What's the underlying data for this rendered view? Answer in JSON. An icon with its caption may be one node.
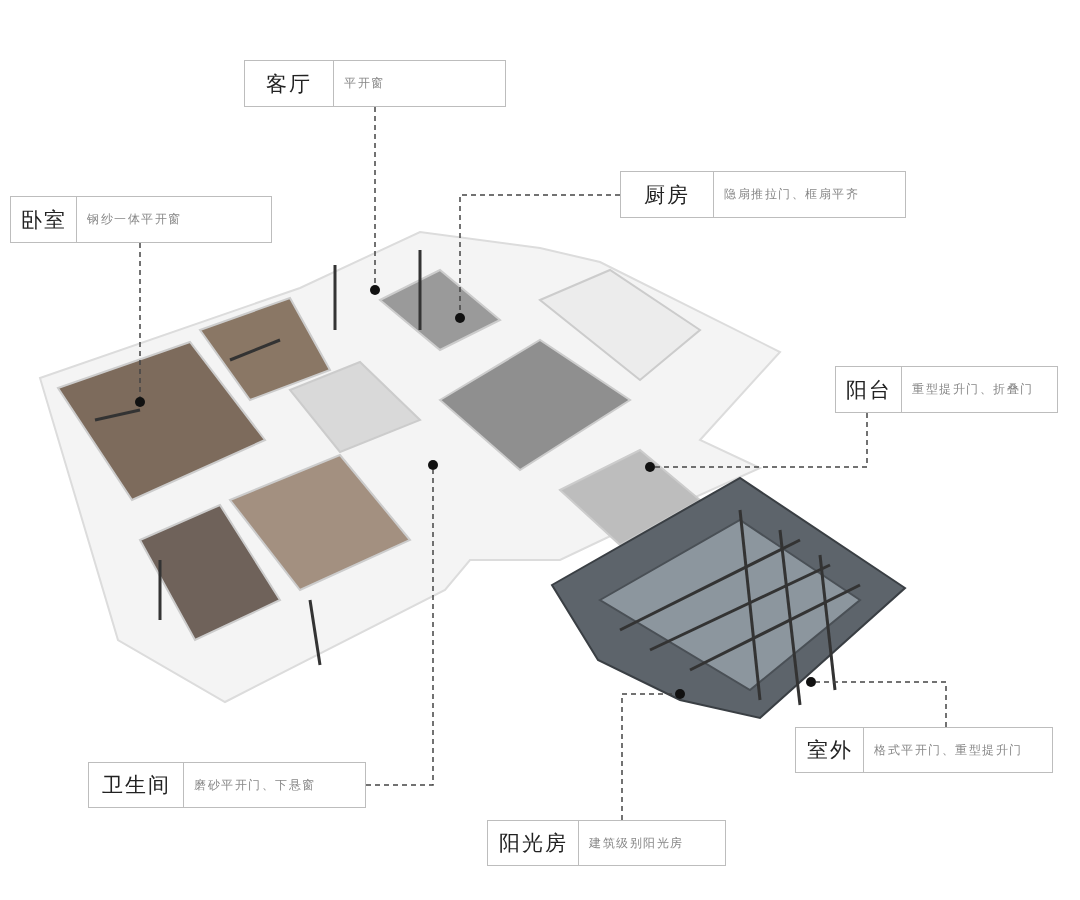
{
  "diagram": {
    "nodes": [
      {
        "text": [
          "客厅",
          "平开窗"
        ]
      },
      {
        "text": [
          "卧室",
          "钢纱一体平开窗"
        ]
      },
      {
        "text": [
          "厨房",
          "隐扇推拉门、框扇平齐"
        ]
      },
      {
        "text": [
          "阳台",
          "重型提升门、折叠门"
        ]
      },
      {
        "text": [
          "室外",
          "格式平开门、重型提升门"
        ]
      },
      {
        "text": [
          "卫生间",
          "磨砂平开门、下悬窗"
        ]
      },
      {
        "text": [
          "阳光房",
          "建筑级别阳光房"
        ]
      },
      {
        "text": [],
        "shape": "circle"
      },
      {
        "text": [],
        "shape": "circle"
      },
      {
        "text": [],
        "shape": "circle"
      },
      {
        "text": [],
        "shape": "circle"
      },
      {
        "text": [],
        "shape": "circle"
      },
      {
        "text": [],
        "shape": "circle"
      },
      {
        "text": [],
        "shape": "circle"
      }
    ],
    "edges": [
      {
        "from": 0,
        "to": 8,
        "arrow": "none",
        "style": "dashed"
      },
      {
        "from": 1,
        "to": 7,
        "arrow": "none",
        "style": "dashed"
      },
      {
        "from": 2,
        "to": 10,
        "arrow": "none",
        "style": "dashed"
      },
      {
        "from": 3,
        "to": 11,
        "arrow": "none",
        "style": "dashed"
      },
      {
        "from": 4,
        "to": 13,
        "arrow": "none",
        "style": "dashed"
      },
      {
        "from": 5,
        "to": 9,
        "arrow": "none",
        "style": "dashed"
      },
      {
        "from": 6,
        "to": 12,
        "arrow": "none",
        "style": "dashed"
      }
    ]
  }
}
